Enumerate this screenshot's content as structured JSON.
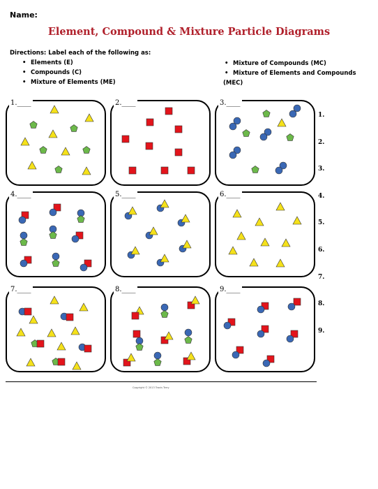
{
  "header": {
    "name_label": "Name:",
    "title": "Element, Compound & Mixture Particle Diagrams"
  },
  "directions": {
    "text": "Directions: Label each of the following as:",
    "left_items": [
      "Elements (E)",
      "Compounds (C)",
      "Mixture of Elements (ME)"
    ],
    "right_items": [
      "Mixture of Compounds (MC)",
      "Mixture of Elements and Compounds"
    ],
    "right_continuation": "(MEC)"
  },
  "boxes": [
    {
      "label": "1.____"
    },
    {
      "label": "2.____"
    },
    {
      "label": "3.____"
    },
    {
      "label": "4.____"
    },
    {
      "label": "5.____"
    },
    {
      "label": "6.____"
    },
    {
      "label": "7.____"
    },
    {
      "label": "8.____"
    },
    {
      "label": "9.____"
    }
  ],
  "answers": [
    "1.",
    "2.",
    "3.",
    "4.",
    "5.",
    "6.",
    "7.",
    "8.",
    "9."
  ],
  "footer": {
    "copyright": "Copyright © 2013 Travis Terry"
  },
  "colors": {
    "triangle": "#f5e11a",
    "pentagon": "#6cb94a",
    "square": "#e3141b",
    "circle": "#3a68b5",
    "title": "#b0202b"
  }
}
